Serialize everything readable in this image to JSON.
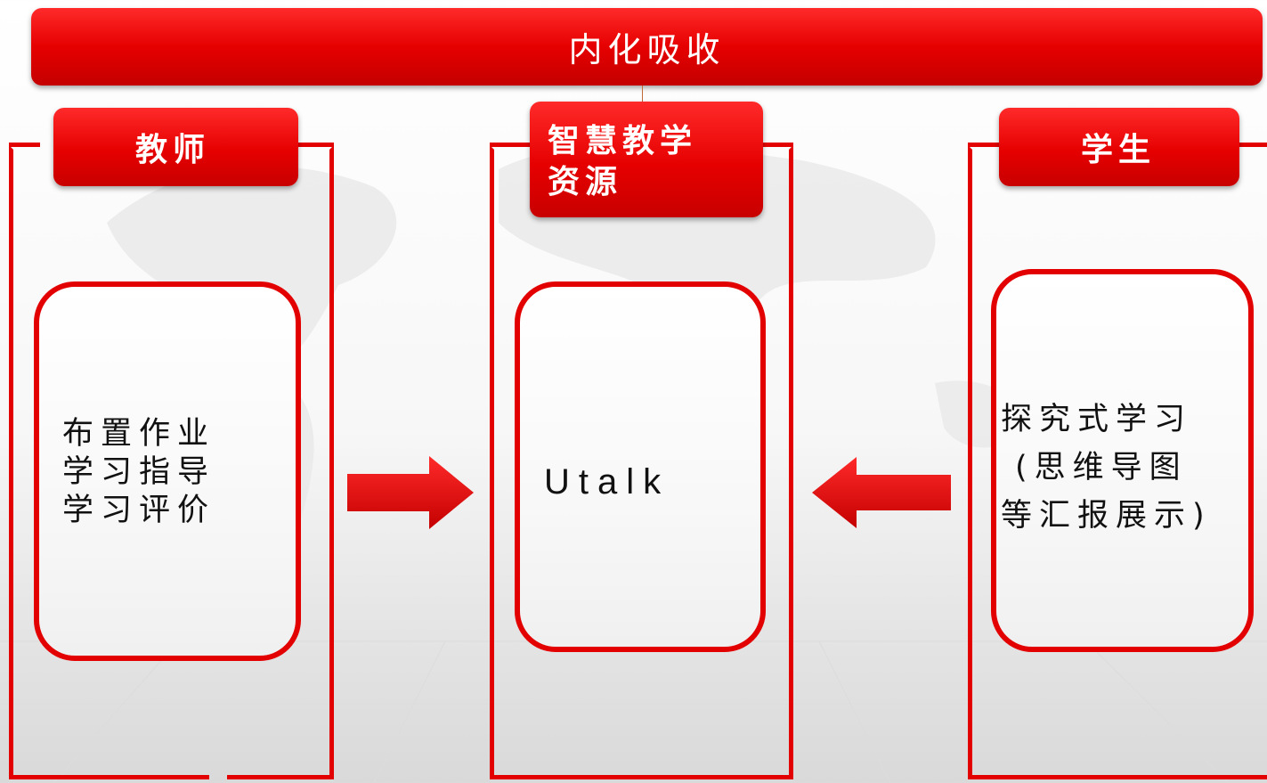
{
  "banner": {
    "title": "内化吸收"
  },
  "teacher": {
    "tab_label": "教师",
    "items": [
      "布置作业",
      "学习指导",
      "学习评价"
    ]
  },
  "resource": {
    "tab_line1": "智慧教学",
    "tab_line2": "资源",
    "content": "Utalk"
  },
  "student": {
    "tab_label": "学生",
    "line1": "探究式学习",
    "line2": "(思维导图",
    "line3": "等汇报展示)"
  },
  "colors": {
    "accent": "#e30000",
    "tab_gradient_top": "#ff2a2a",
    "tab_gradient_bottom": "#c40000"
  }
}
